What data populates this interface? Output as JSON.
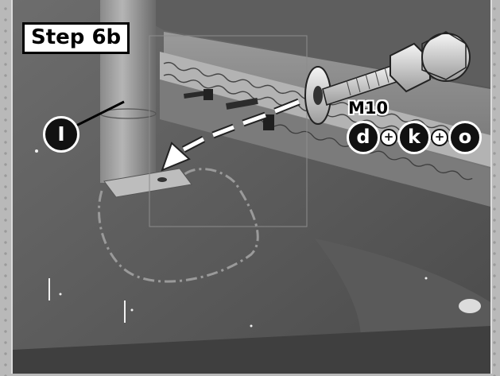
{
  "step": {
    "label": "Step 6b"
  },
  "part": {
    "callout": "I"
  },
  "hardware": {
    "size_label": "M10",
    "items": [
      "d",
      "k",
      "o"
    ],
    "joiner": "+"
  }
}
